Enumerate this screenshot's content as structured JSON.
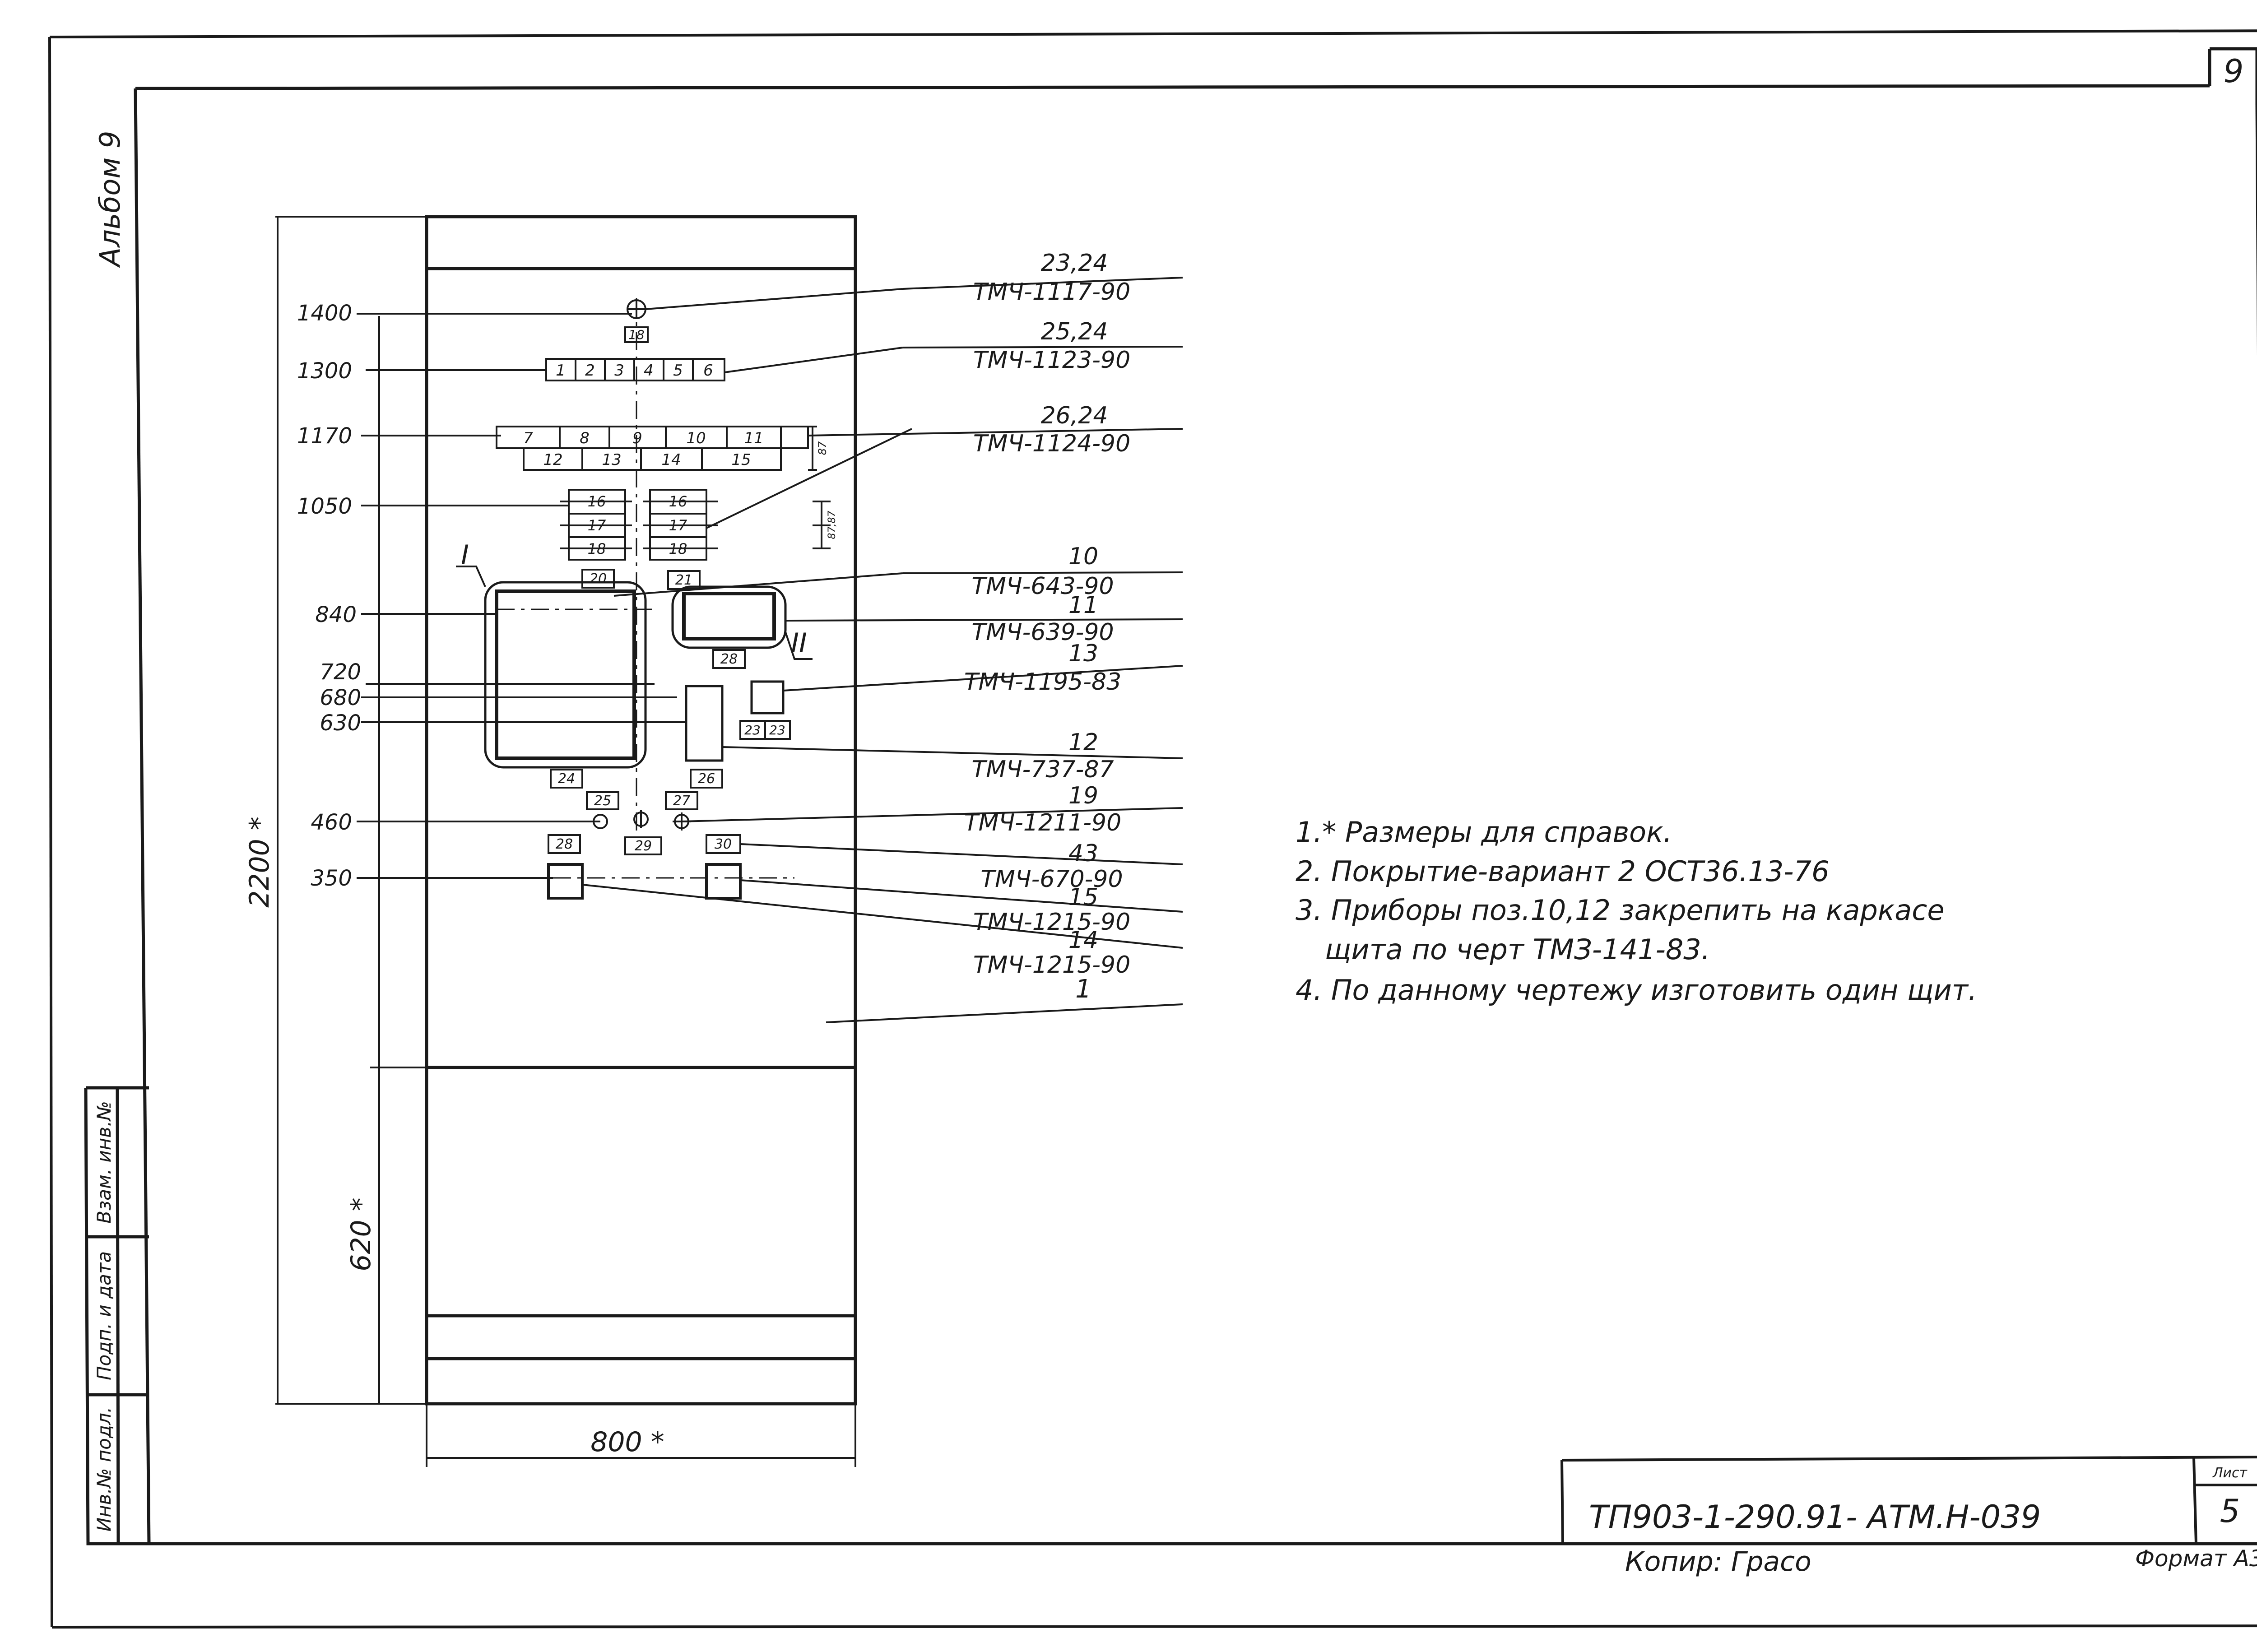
{
  "sheet": {
    "page_number": "9",
    "side_label": "Альбом 9",
    "stamp_labels": [
      "Инв.№ подл.",
      "Подп. и дата",
      "Взам. инв.№"
    ],
    "doc_code": "ТП903-1-290.91- АТМ.Н-039",
    "list_label": "Лист",
    "list_number": "5",
    "copy_label": "Копир: Грасо",
    "format_label": "Формат А3"
  },
  "dimensions": {
    "left": [
      "1400",
      "1300",
      "1170",
      "1050",
      "840",
      "720",
      "680",
      "630",
      "460",
      "350"
    ],
    "total_height": "2200 *",
    "base_height": "620 *",
    "width": "800 *",
    "gap_right_1": "87",
    "gap_right_2": "87,87"
  },
  "positions": {
    "row1": [
      "1",
      "2",
      "3",
      "4",
      "5",
      "6"
    ],
    "row2": [
      "7",
      "8",
      "9",
      "10",
      "11"
    ],
    "row3": [
      "12",
      "13",
      "14",
      "15"
    ],
    "col_left": [
      "16",
      "17",
      "18"
    ],
    "col_right": [
      "16",
      "17",
      "18"
    ],
    "tags": {
      "t18": "18",
      "t20": "20",
      "t21": "21",
      "t28a": "28",
      "t23a": "23",
      "t23b": "23",
      "t24": "24",
      "t26": "26",
      "t25": "25",
      "t27": "27",
      "t28b": "28",
      "t29": "29",
      "t30": "30"
    },
    "roman_one": "I",
    "roman_two": "II"
  },
  "callouts": [
    {
      "pos": "23,24",
      "code": "ТМЧ-1117-90"
    },
    {
      "pos": "25,24",
      "code": "ТМЧ-1123-90"
    },
    {
      "pos": "26,24",
      "code": "ТМЧ-1124-90"
    },
    {
      "pos": "10",
      "code": "ТМЧ-643-90"
    },
    {
      "pos": "11",
      "code": "ТМЧ-639-90"
    },
    {
      "pos": "13",
      "code": "ТМЧ-1195-83"
    },
    {
      "pos": "12",
      "code": "ТМЧ-737-87"
    },
    {
      "pos": "19",
      "code": "ТМЧ-1211-90"
    },
    {
      "pos": "43",
      "code": "ТМЧ-670-90"
    },
    {
      "pos": "15",
      "code": "ТМЧ-1215-90"
    },
    {
      "pos": "14",
      "code": "ТМЧ-1215-90"
    },
    {
      "pos": "1",
      "code": ""
    }
  ],
  "notes": [
    "1.* Размеры для справок.",
    "2. Покрытие-вариант 2 ОСТ36.13-76",
    "3. Приборы поз.10,12 закрепить на каркасе",
    "щита по черт ТМЗ-141-83.",
    "4. По данному чертежу изготовить один щит."
  ]
}
